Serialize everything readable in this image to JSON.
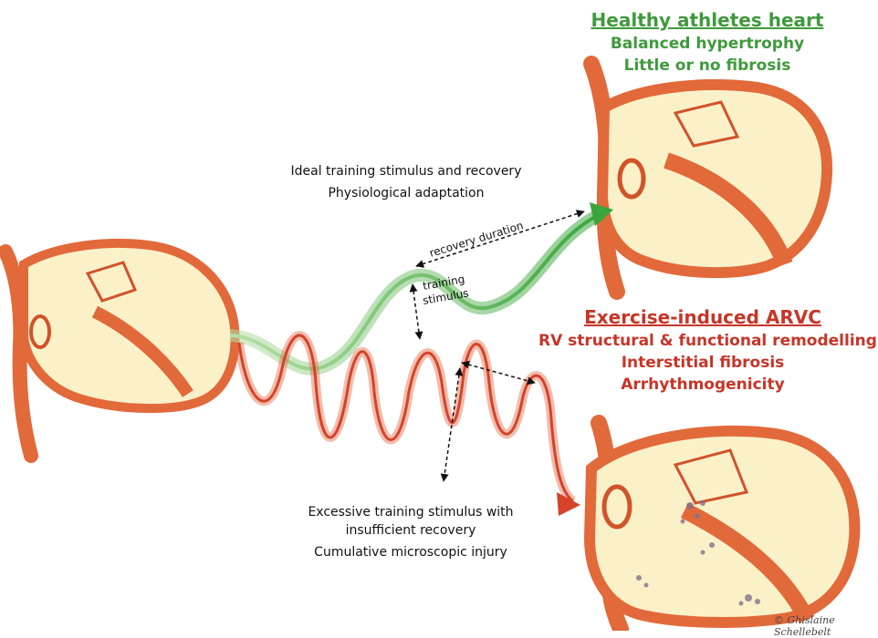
{
  "healthy": {
    "title": "Healthy athletes heart",
    "lines": [
      "Balanced hypertrophy",
      "Little or no fibrosis"
    ]
  },
  "arvc": {
    "title": "Exercise-induced ARVC",
    "lines": [
      "RV structural & functional remodelling",
      "Interstitial fibrosis",
      "Arrhythmogenicity"
    ]
  },
  "ideal": {
    "lines": [
      "Ideal training stimulus and recovery",
      "Physiological adaptation"
    ]
  },
  "excessive": {
    "lines": [
      "Excessive training stimulus with",
      "insufficient recovery",
      "Cumulative microscopic injury"
    ]
  },
  "labels": {
    "recovery_duration": "recovery duration",
    "training_stimulus": [
      "training",
      "stimulus"
    ]
  },
  "signature": "© Ghislaine Schellebelt",
  "colors": {
    "green": "#3f9a3c",
    "red": "#c73527",
    "heart_wall": "#e2693a",
    "heart_chamber": "#fbf1c9"
  }
}
